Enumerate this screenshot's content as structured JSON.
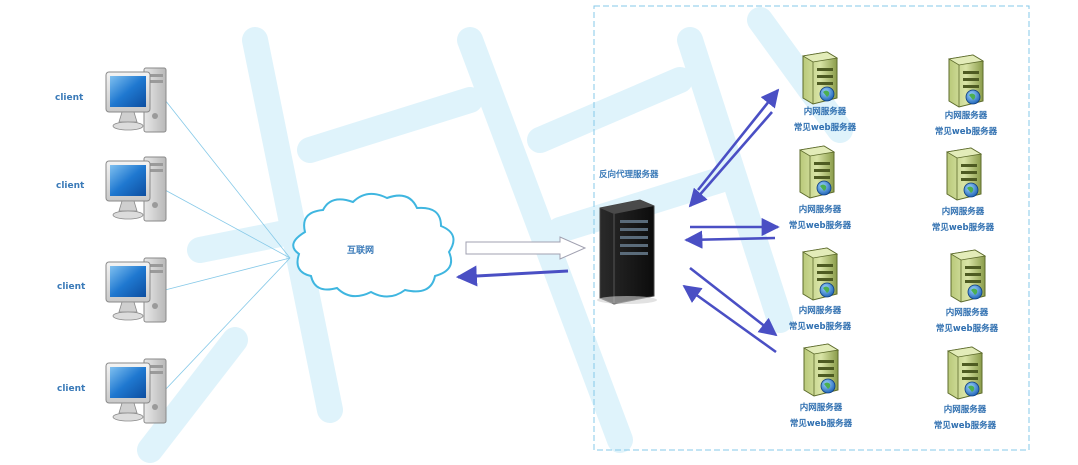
{
  "clients": [
    {
      "label": "client"
    },
    {
      "label": "client"
    },
    {
      "label": "client"
    },
    {
      "label": "client"
    }
  ],
  "internet": {
    "label": "互联网"
  },
  "proxy": {
    "label": "反向代理服务器"
  },
  "servers": [
    {
      "line1": "内网服务器",
      "line2": "常见web服务器"
    },
    {
      "line1": "内网服务器",
      "line2": "常见web服务器"
    },
    {
      "line1": "内网服务器",
      "line2": "常见web服务器"
    },
    {
      "line1": "内网服务器",
      "line2": "常见web服务器"
    },
    {
      "line1": "内网服务器",
      "line2": "常见web服务器"
    },
    {
      "line1": "内网服务器",
      "line2": "常见web服务器"
    },
    {
      "line1": "内网服务器",
      "line2": "常见web服务器"
    },
    {
      "line1": "内网服务器",
      "line2": "常见web服务器"
    }
  ],
  "colors": {
    "accent": "#4a4fc4",
    "connector": "#86c9e8",
    "cloud": "#3fb6e0",
    "label": "#3a7ab8",
    "watermark": "#dff3fb"
  }
}
